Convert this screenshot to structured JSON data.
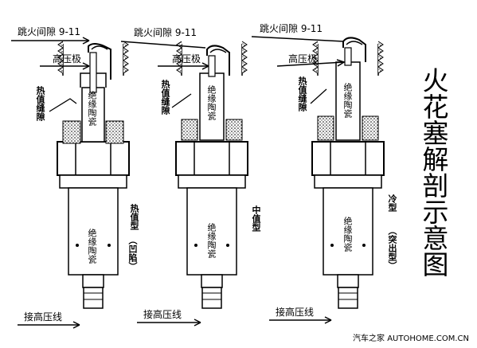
{
  "title": "火花塞解剖示意图",
  "labels": {
    "spark_gap": "跳火间隙 9-11",
    "high_voltage_electrode": "高压极",
    "heat_seal_gap": "热值缝隙",
    "insulator": "绝缘陶瓷",
    "hv_wire": "接高压线"
  },
  "plugs": [
    {
      "type": "热值型",
      "detail": "（凹陷）"
    },
    {
      "type": "中值型",
      "detail": ""
    },
    {
      "type": "冷型",
      "detail": "（突出型）"
    }
  ],
  "watermark": "汽车之家 AUTOHOME.COM.CN"
}
